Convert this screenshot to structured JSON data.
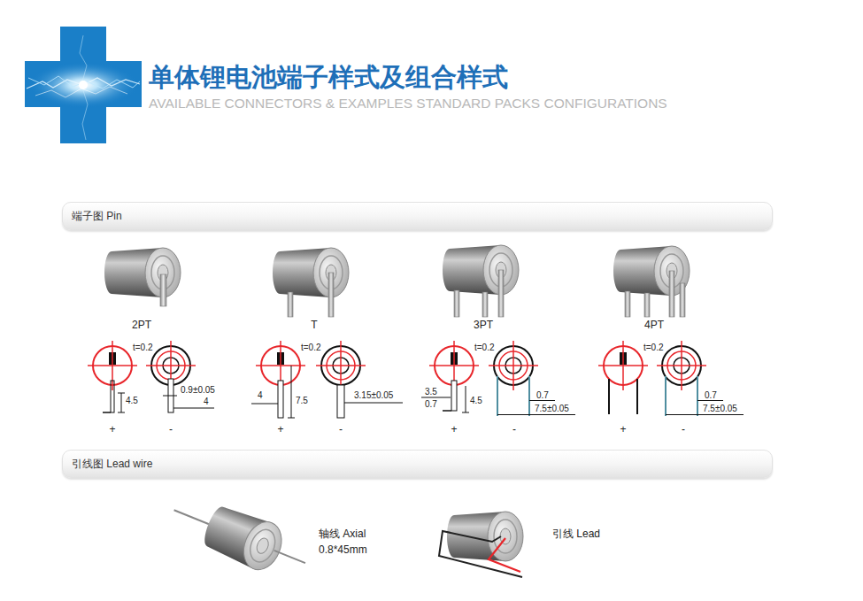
{
  "diagram": {
    "title": "单体锂电池端子样式及组合样式",
    "nodes": [
      {
        "text": [
          "端子图 Pin"
        ]
      },
      {
        "text": [
          "引线图 Lead wire"
        ]
      }
    ],
    "labels": [
      "AVAILABLE CONNECTORS & EXAMPLES STANDARD PACKS CONFIGURATIONS",
      "2PT",
      "T",
      "3PT",
      "4PT",
      "t=0.2",
      "4.5",
      "0.9±0.05",
      "4",
      "+",
      "-",
      "t=0.2",
      "4",
      "7.5",
      "3.15±0.05",
      "+",
      "-",
      "t=0.2",
      "3.5",
      "0.7",
      "4.5",
      "0.7",
      "7.5±0.05",
      "+",
      "-",
      "t=0.2",
      "0.7",
      "7.5±0.05",
      "+",
      "-",
      "轴线 Axial",
      "0.8*45mm",
      "引线 Lead"
    ]
  }
}
